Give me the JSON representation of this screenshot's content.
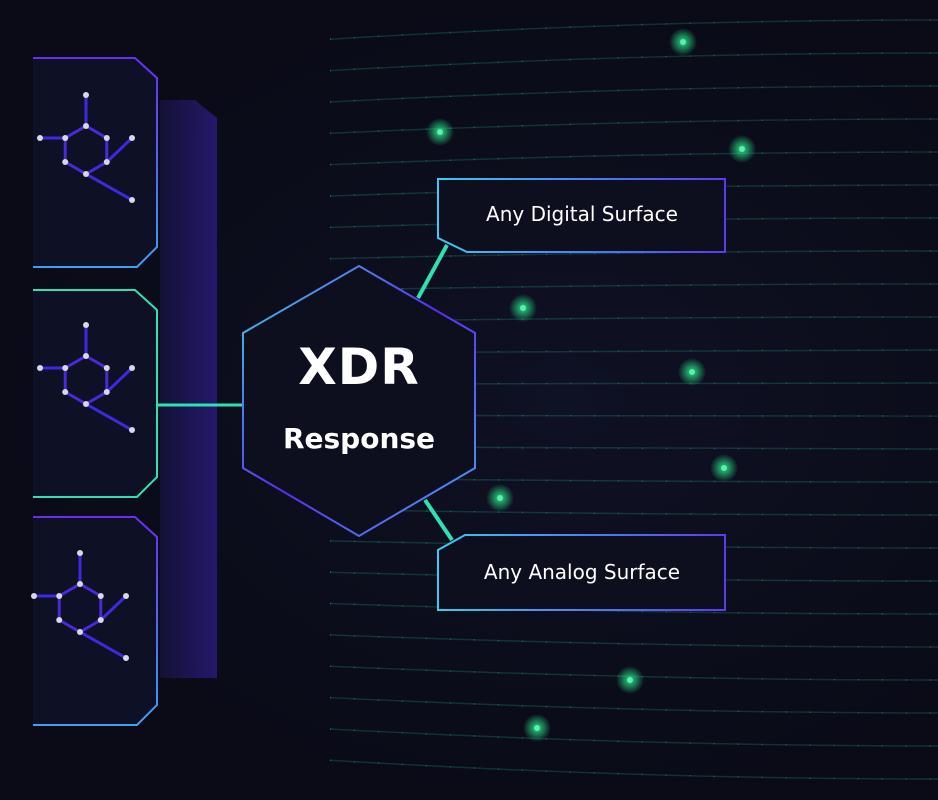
{
  "center": {
    "title": "XDR",
    "subtitle": "Response"
  },
  "outputs": [
    {
      "label": "Any Digital Surface"
    },
    {
      "label": "Any Analog Surface"
    }
  ],
  "colors": {
    "background": "#0b0c1a",
    "teal": "#2fe0b0",
    "purple": "#5a2cf0",
    "blue": "#4a8cf0",
    "glow": "#2cf08e"
  }
}
